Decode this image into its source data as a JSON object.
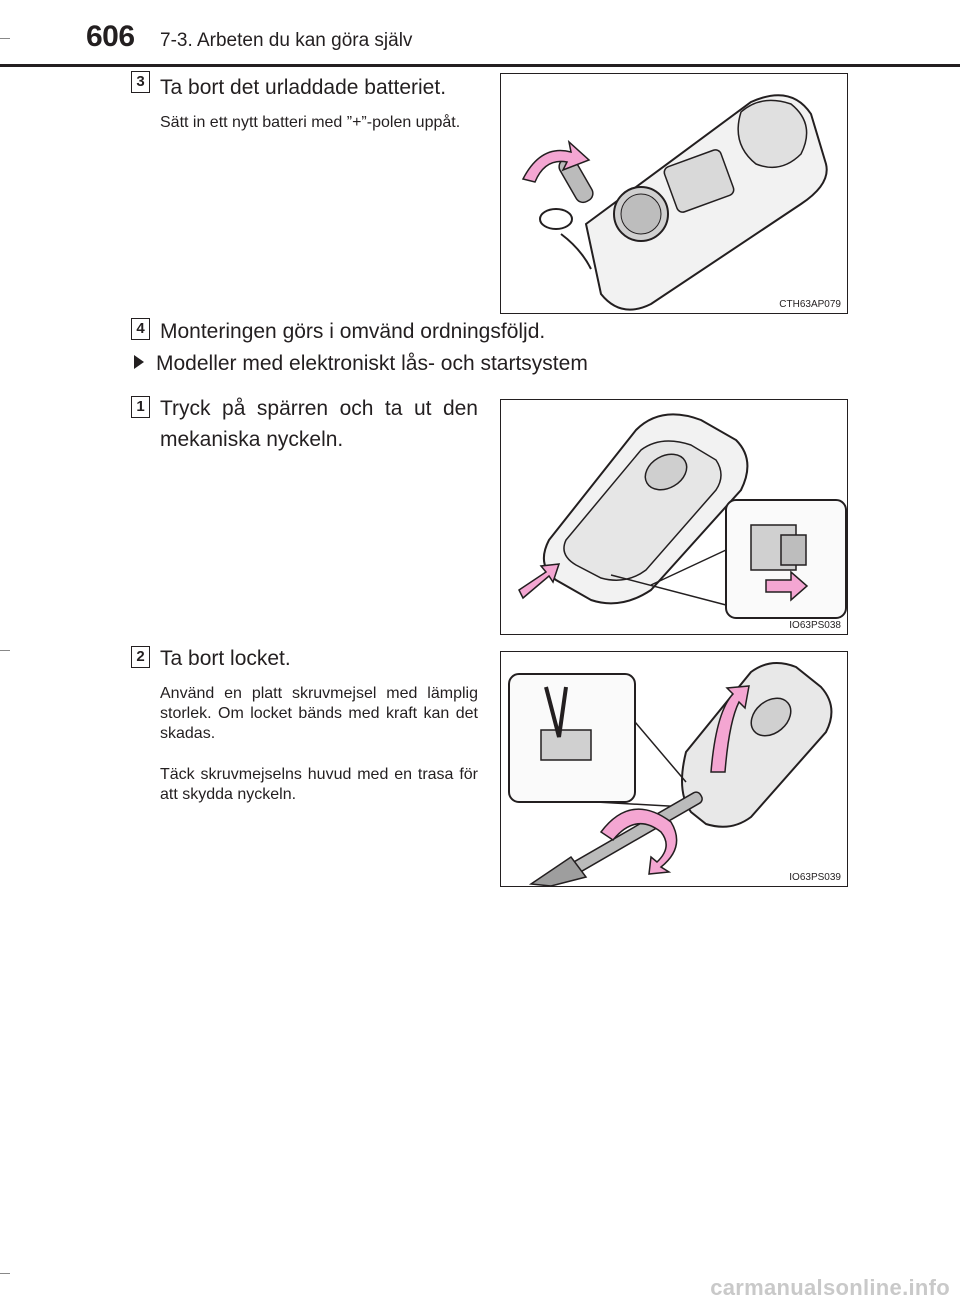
{
  "header": {
    "page_number": "606",
    "section_title": "7-3. Arbeten du kan göra själv"
  },
  "steps_a": [
    {
      "number": "3",
      "heading": "Ta bort det urladdade batteriet.",
      "text": [
        "Sätt in ett nytt batteri med ”+”-polen uppåt."
      ],
      "figure_code": "CTH63AP079"
    },
    {
      "number": "4",
      "heading": "Monteringen görs i omvänd ordningsföljd."
    }
  ],
  "section": {
    "heading": "Modeller med elektroniskt lås- och startsystem"
  },
  "steps_b": [
    {
      "number": "1",
      "heading": "Tryck på spärren och ta ut den mekaniska nyckeln.",
      "figure_code": "IO63PS038"
    },
    {
      "number": "2",
      "heading": "Ta bort locket.",
      "text": [
        "Använd en platt skruvmejsel med lämplig storlek. Om locket bänds med kraft kan det skadas.",
        "Täck skruvmejselns huvud med en trasa för att skydda nyckeln."
      ],
      "figure_code": "IO63PS039"
    }
  ],
  "footer": {
    "watermark": "carmanualsonline.info"
  },
  "colors": {
    "text": "#231f20",
    "arrow_fill": "#f4a6d2",
    "key_gray": "#d9d9d9",
    "watermark": "#c9c9c9"
  },
  "icons": {
    "bullet": "triangle-right-icon"
  }
}
